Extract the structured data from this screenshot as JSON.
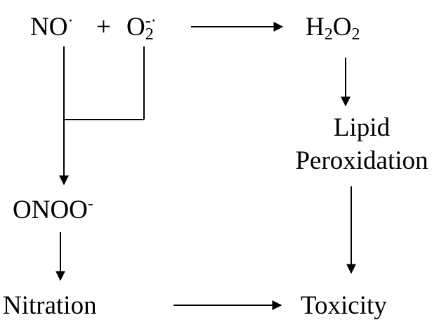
{
  "reactants": {
    "no": {
      "base": "NO",
      "sup": "·"
    },
    "plus": "+",
    "superoxide": {
      "base": "O",
      "sub": "2",
      "sup": "-·"
    }
  },
  "hydrogen_peroxide": {
    "h": "H",
    "sub1": "2",
    "o": "O",
    "sub2": "2"
  },
  "lipid_peroxidation": {
    "line1": "Lipid",
    "line2": "Peroxidation"
  },
  "peroxynitrite": {
    "base": "ONOO",
    "sup": "-"
  },
  "nitration": "Nitration",
  "toxicity": "Toxicity"
}
